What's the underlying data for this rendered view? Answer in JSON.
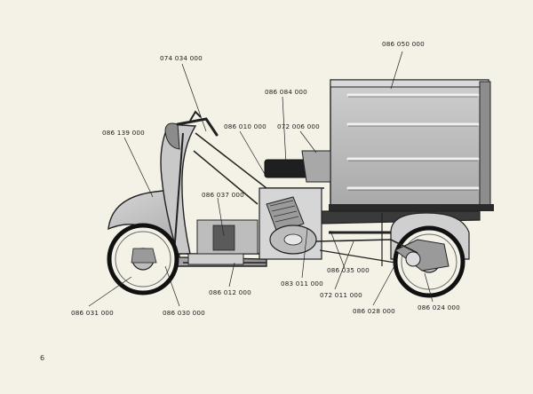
{
  "labels": {
    "cargo_box": "086 050 000",
    "handlebar": "074 034 000",
    "tank_cover": "086 084 000",
    "front_shield": "086 139 000",
    "frame": "086 010 000",
    "tank": "072 006 000",
    "floor": "086 037 000",
    "front_wheel": "086 031 000",
    "front_fork": "086 030 000",
    "footboard": "086 012 000",
    "engine": "083 011 000",
    "rear_axle_frame": "086 035 000",
    "rear_suspension": "072 011 000",
    "drive": "086 028 000",
    "rear_wheel": "086 024 000"
  },
  "page_number": "6",
  "colors": {
    "paper": "#f4f1e7",
    "ink": "#1a1a1a",
    "body_fill": "#b8b8b8",
    "dark": "#2a2a2a"
  }
}
